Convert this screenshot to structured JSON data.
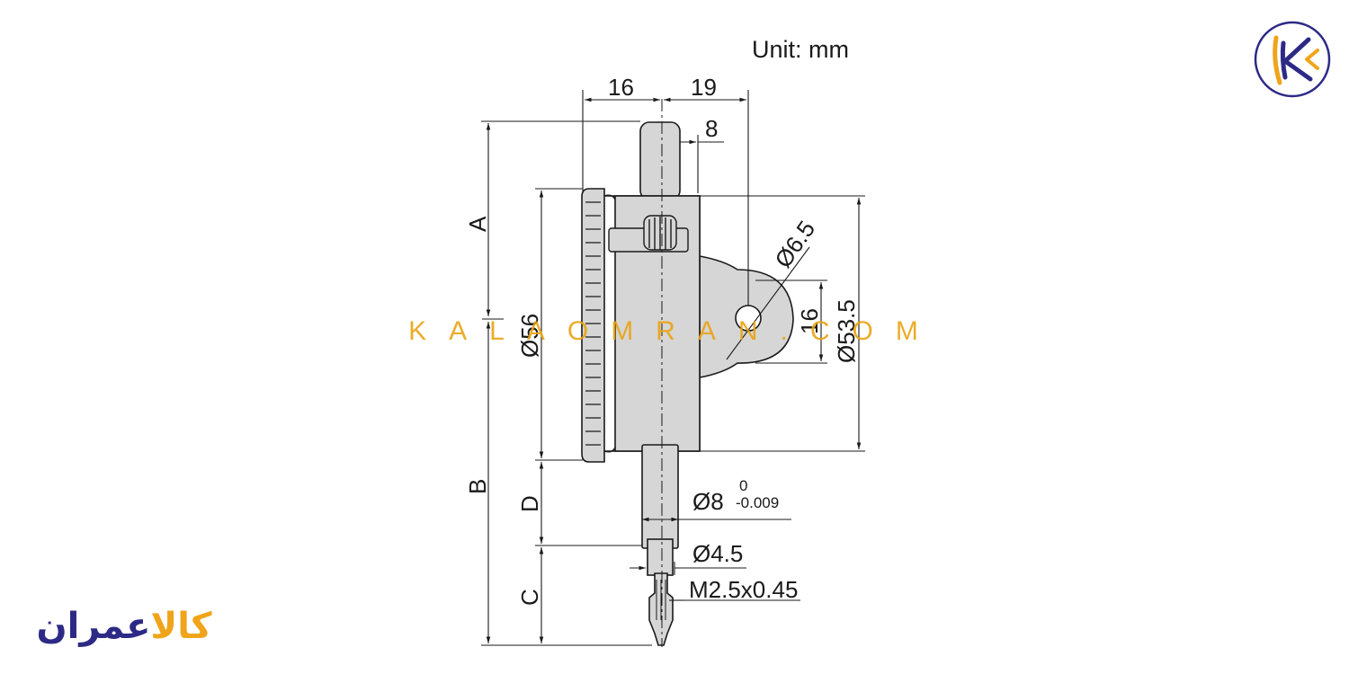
{
  "unit_label": "Unit: mm",
  "dimensions": {
    "width_left": "16",
    "width_right": "19",
    "stem_offset": "8",
    "lug_hole": "Ø6.5",
    "bezel_dia": "Ø56",
    "body_dia": "Ø53.5",
    "lug_spacing": "16",
    "stem_dia": "Ø8",
    "stem_tol_upper": "0",
    "stem_tol_lower": "-0.009",
    "contact_dia": "Ø4.5",
    "thread": "M2.5x0.45",
    "label_a": "A",
    "label_b": "B",
    "label_c": "C",
    "label_d": "D"
  },
  "watermark": "KALAOMRAN.COM",
  "brand": {
    "name_part1": "کالا",
    "name_part2": "عمران"
  },
  "colors": {
    "line": "#1a1a1a",
    "body_fill": "#d6d6d6",
    "watermark": "#e9a413",
    "brand_blue": "#2d2a86",
    "brand_orange": "#f0a41a"
  }
}
